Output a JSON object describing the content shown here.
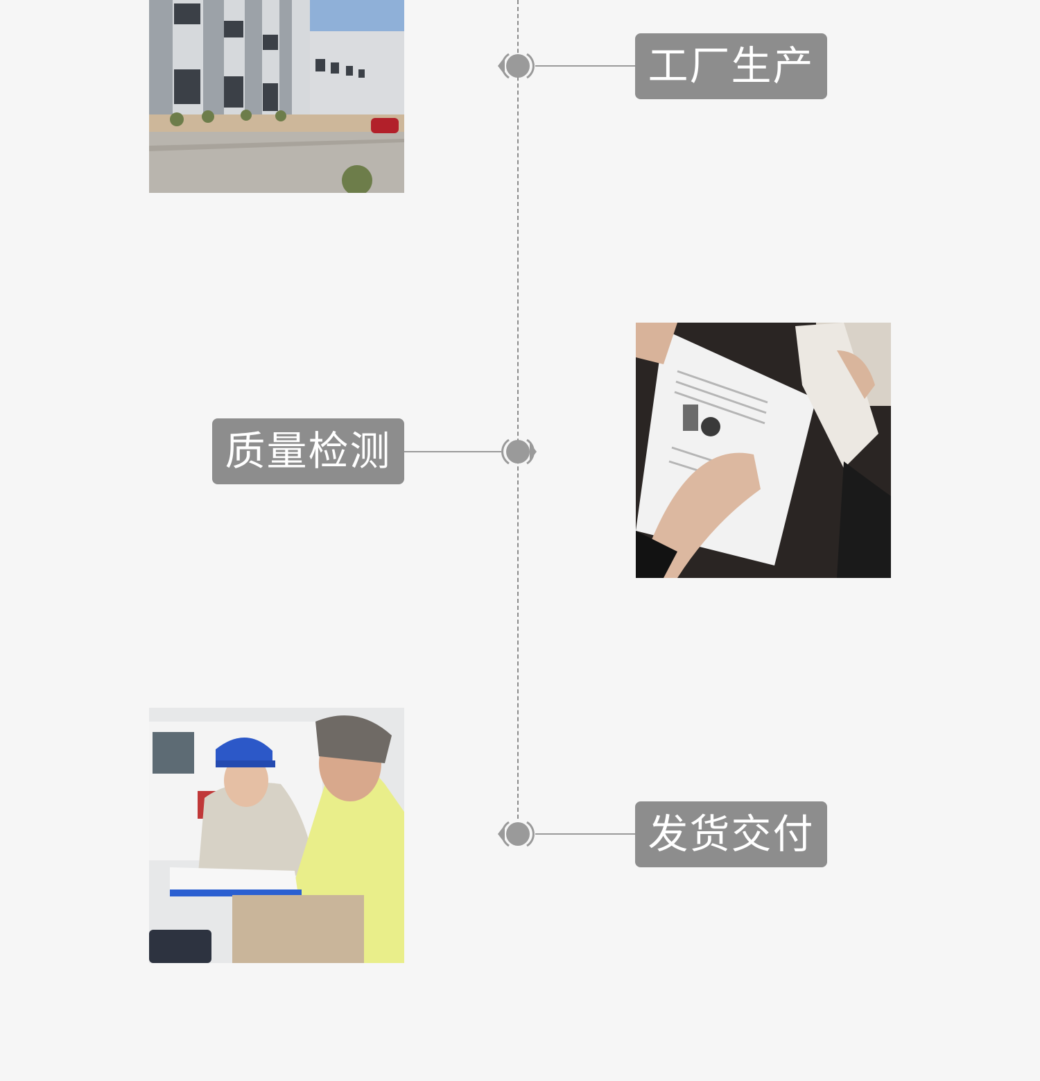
{
  "steps": [
    {
      "label": "工厂生产",
      "icon": "factory-photo",
      "side": "label-right"
    },
    {
      "label": "质量检测",
      "icon": "documents-photo",
      "side": "label-left"
    },
    {
      "label": "发货交付",
      "icon": "delivery-photo",
      "side": "label-right"
    }
  ],
  "colors": {
    "background": "#f6f6f6",
    "label_bg": "#8d8d8d",
    "label_text": "#ffffff",
    "line": "#8c8c8c",
    "node": "#9a9a9a"
  }
}
